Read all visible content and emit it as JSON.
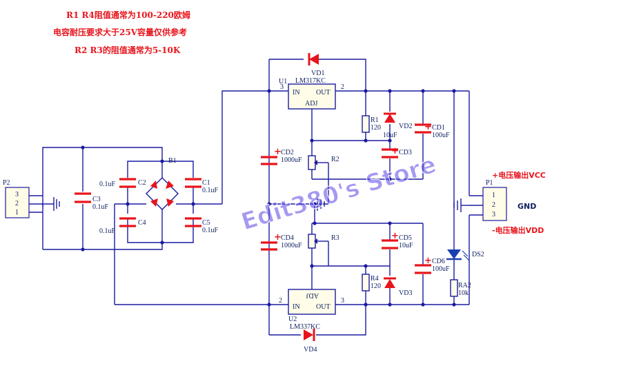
{
  "notes": [
    "R1 R4阻值通常为100-220欧姆",
    "电容耐压要求大于25V容量仅供参考",
    "R2 R3的阻值通常为5-10K"
  ],
  "watermark": "Edit380's Store",
  "labels": {
    "p2": "P2",
    "p2_pins": [
      "3",
      "2",
      "1"
    ],
    "c3": "C3",
    "c3_val": "0.1uF",
    "b1": "B1",
    "c2": "C2",
    "c2_val": "0.1uF",
    "c4": "C4",
    "c4_val": "0.1uF",
    "c1": "C1",
    "c1_val": "0.1uF",
    "c5": "C5",
    "c5_val": "0.1uF",
    "cd2": "CD2",
    "cd2_val": "1000uF",
    "cd4": "CD4",
    "cd4_val": "1000uF",
    "u1": "U1",
    "u1_part": "LM317KC",
    "u1_in": "IN",
    "u1_out": "OUT",
    "u1_adj": "ADJ",
    "u1_pin_in": "3",
    "u1_pin_out": "2",
    "u2": "U2",
    "u2_part": "LM337KC",
    "u2_in": "IN",
    "u2_out": "OUT",
    "u2_adj": "ADJ",
    "u2_pin_in": "2",
    "u2_pin_out": "3",
    "vd1": "VD1",
    "vd2": "VD2",
    "vd3": "VD3",
    "vd4": "VD4",
    "r1": "R1",
    "r1_val": "120",
    "r2": "R2",
    "r3": "R3",
    "r4": "R4",
    "r4_val": "120",
    "cd1": "CD1",
    "cd1_val": "100uF",
    "cd3": "CD3",
    "cd3_val": "10uF",
    "cd5": "CD5",
    "cd5_val": "10uF",
    "cd6": "CD6",
    "cd6_val": "100uF",
    "ds2": "DS2",
    "ra2": "RA2",
    "ra2_val": "10k",
    "p1": "P1",
    "p1_pins": [
      "1",
      "2",
      "3"
    ],
    "out_vcc": "+电压输出VCC",
    "out_gnd": "GND",
    "out_vdd": "-电压输出VDD"
  },
  "colors": {
    "wire": "#1a1aa0",
    "component": "#e8141c",
    "note": "#e8141c",
    "body_fill": "#fffde8"
  }
}
